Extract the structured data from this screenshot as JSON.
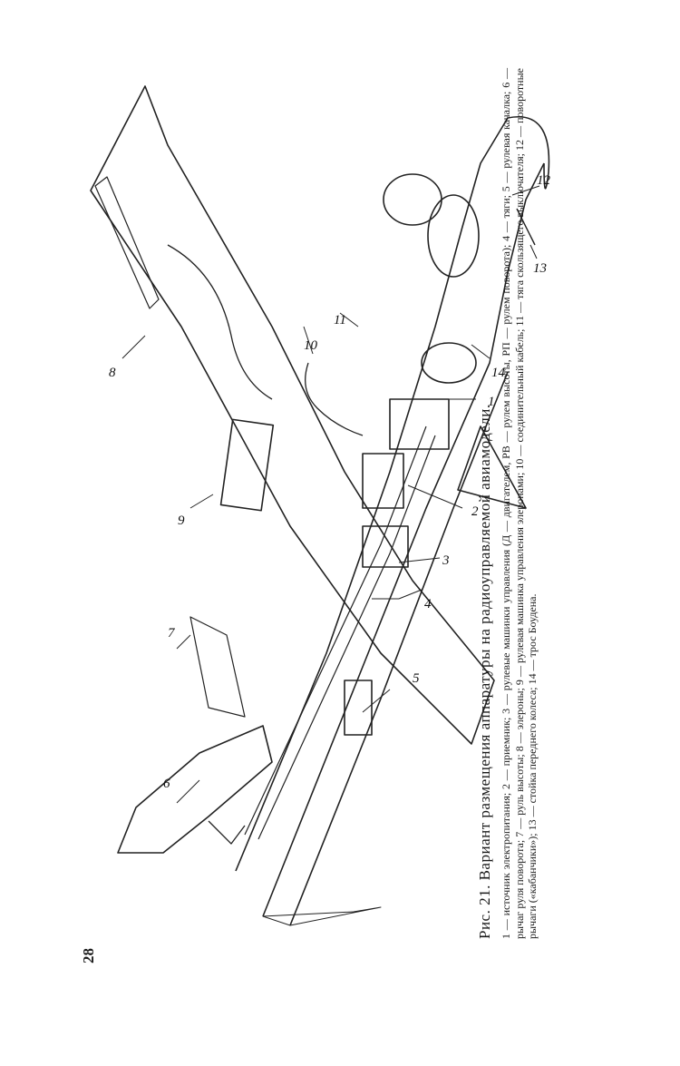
{
  "page_number": "28",
  "caption": {
    "title": "Рис. 21. Вариант размещения аппаратуры на радиоуправляемой авиамодели.",
    "legend": "1 — источник электропитания; 2 — приемник; 3 — рулевые машинки управления (Д — двигателем, РВ — рулем высоты, РП — рулем поворота); 4 — тяги; 5 — рулевая качалка; 6 — рычаг руля поворота; 7 — руль высоты; 8 — элероны; 9 — рулевая машинка управления элеронами; 10 — соединительный кабель; 11 — тяга скользящего выключателя; 12 — поворотные рычаги («кабанчики»); 13 — стойка переднего колеса; 14 — трос Боудена."
  },
  "figure_labels": [
    "1",
    "2",
    "3",
    "4",
    "5",
    "6",
    "7",
    "8",
    "9",
    "10",
    "11",
    "12",
    "13",
    "14"
  ]
}
